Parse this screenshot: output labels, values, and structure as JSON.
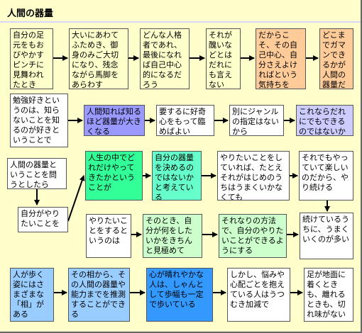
{
  "title": "人間の器量",
  "nodes": [
    {
      "id": "n1",
      "text": "自分の足元をもおびやかすピンチに見舞われたとき",
      "color": "#ffffcc"
    },
    {
      "id": "n2",
      "text": "大いにあわてふためき、御身のみご大切になり、残念ながら馬脚をあらわす",
      "color": "#ffffcc"
    },
    {
      "id": "n3",
      "text": "どんな人格者であれ、最後になれば自己中心的になるだろう",
      "color": "#ffffcc"
    },
    {
      "id": "n4",
      "text": "それが醜いなどとはだれにも言えない",
      "color": "#ffffcc"
    },
    {
      "id": "n5",
      "text": "だからこそ、その自己中心、自分さえよければという気持ちを",
      "color": "#ffcc99"
    },
    {
      "id": "n6",
      "text": "どこまでガマンできるかが人間の器量だ",
      "color": "#ffcc99"
    },
    {
      "id": "n7",
      "text": "勉強好きというのは、知らないことを知るのが好きということで",
      "color": "#ffffff"
    },
    {
      "id": "n8",
      "text": "人間知れば知るほど器量が大きくなる",
      "color": "#9999ff"
    },
    {
      "id": "n9",
      "text": "要するに好奇心をもって臨めばよい",
      "color": "#ffffff"
    },
    {
      "id": "n10",
      "text": "別にジャンルの指定はないから",
      "color": "#ffffff"
    },
    {
      "id": "n11",
      "text": "これならだれにでもできるのではないか",
      "color": "#ccccff"
    },
    {
      "id": "n12",
      "text": "人間の器量ということを問うとしたら",
      "color": "#ffffff"
    },
    {
      "id": "n13",
      "text": "自分がやりたいことを",
      "color": "#ffffff"
    },
    {
      "id": "n14",
      "text": "人生の中でどれだけやってきたかということが",
      "color": "#33ff99"
    },
    {
      "id": "n15",
      "text": "自分の器量を決めるのではないかと考えている",
      "color": "#66ffcc"
    },
    {
      "id": "n16",
      "text": "やりたいことをしていれば、たとえそれがはじめのうちはうまくいかなくても",
      "color": "#ffffff"
    },
    {
      "id": "n17",
      "text": "それでもやっていて楽しいのだから、やり続ける",
      "color": "#ffffff"
    },
    {
      "id": "n18",
      "text": "やりたいことをするというのは",
      "color": "#ffffff"
    },
    {
      "id": "n19",
      "text": "そのとき、自分が何をしたいかをきちんと見極めて",
      "color": "#ccffcc"
    },
    {
      "id": "n20",
      "text": "それなりの方法で、自分のやりたいことができるようにする",
      "color": "#ccffcc"
    },
    {
      "id": "n21",
      "text": "続けているうちに、うまくいくのが多い",
      "color": "#ffffff"
    },
    {
      "id": "n22",
      "text": "人が歩く姿にはさまざまな「相」がある",
      "color": "#99ccff"
    },
    {
      "id": "n23",
      "text": "その相から、その人間の器量や能力までを推測することができる",
      "color": "#99ccff"
    },
    {
      "id": "n24",
      "text": "心が晴れやかな人は、しゃんとして歩幅も一定で歩いている",
      "color": "#3399ff"
    },
    {
      "id": "n25",
      "text": "しかし、悩みや心配ごとを抱えている人はうつむき加減で",
      "color": "#ffffff"
    },
    {
      "id": "n26",
      "text": "足が地面に着くときも、離れるときも、切れ味がない",
      "color": "#ffffff"
    }
  ]
}
